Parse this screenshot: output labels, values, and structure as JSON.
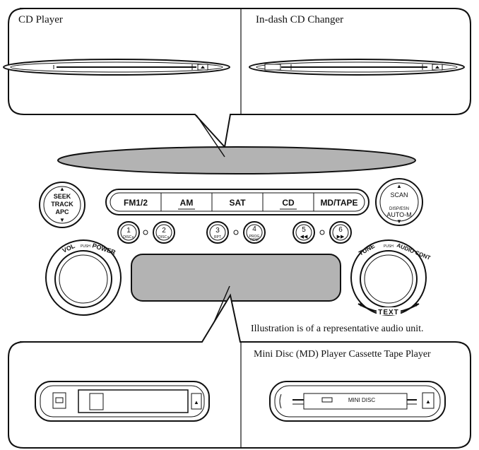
{
  "top_panel": {
    "left_label": "CD Player",
    "right_label": "In-dash CD Changer"
  },
  "bottom_panel": {
    "right_label": "Mini Disc (MD) Player Cassette Tape Player",
    "md_slot_text": "MINI DISC",
    "tape_eject_symbol": "▲",
    "md_eject_symbol": "▲"
  },
  "caption": "Illustration is of a representative audio unit.",
  "head_unit": {
    "seek_knob": {
      "up": "▲",
      "line1": "SEEK",
      "line2": "TRACK",
      "line3": "APC",
      "down": "▼"
    },
    "scan_knob": {
      "up": "▲",
      "line1": "SCAN",
      "line2": "DISP/ESN",
      "line3": "AUTO-M",
      "down": "▼"
    },
    "band_buttons": [
      "FM1/2",
      "AM",
      "SAT",
      "CD",
      "MD/TAPE"
    ],
    "preset_buttons": [
      {
        "num": "1",
        "sub": "DISC∨"
      },
      {
        "num": "2",
        "sub": "DISC∧"
      },
      {
        "num": "3",
        "sub": "RPT"
      },
      {
        "num": "4",
        "sub": "PROG\nRDM"
      },
      {
        "num": "5",
        "sub": "◀◀"
      },
      {
        "num": "6",
        "sub": "▶▶"
      }
    ],
    "vol_knob": {
      "left": "VOL",
      "push": "PUSH",
      "right": "POWER"
    },
    "tune_knob": {
      "left": "TUNE",
      "push": "PUSH",
      "right": "AUDIO CONT",
      "bottom": "TEXT"
    }
  },
  "colors": {
    "line": "#111111",
    "display_fill": "#b3b3b3",
    "background": "#ffffff"
  }
}
